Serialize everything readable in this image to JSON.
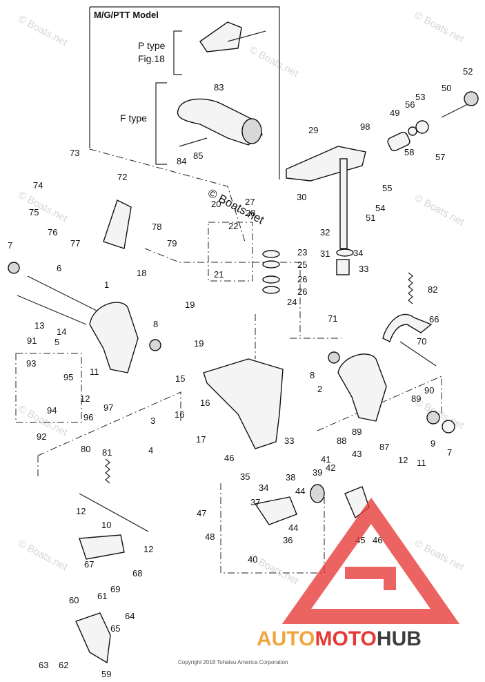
{
  "model_title": "M/G/PTT Model",
  "p_type_label": "P type",
  "p_type_fig": "Fig.18",
  "f_type_label": "F type",
  "center_watermark": "© Boats.net",
  "watermark_text": "© Boats.net",
  "copyright": "Copyright 2018 Tohatsu America Corporation",
  "brand": {
    "auto": "AUTO",
    "moto": "MOTO",
    "hub": "HUB",
    "color_red": "#e53935",
    "color_orange": "#f0a640",
    "color_gray": "#3e3e3e"
  },
  "part_numbers": [
    "1",
    "2",
    "3",
    "4",
    "5",
    "6",
    "7",
    "7",
    "8",
    "8",
    "9",
    "10",
    "11",
    "11",
    "12",
    "12",
    "12",
    "12",
    "13",
    "14",
    "15",
    "16",
    "16",
    "17",
    "18",
    "19",
    "19",
    "20",
    "21",
    "22",
    "23",
    "24",
    "25",
    "26",
    "26",
    "27",
    "28",
    "29",
    "30",
    "31",
    "32",
    "33",
    "33",
    "34",
    "34",
    "35",
    "36",
    "37",
    "38",
    "39",
    "40",
    "41",
    "42",
    "43",
    "44",
    "44",
    "45",
    "46",
    "46",
    "47",
    "48",
    "49",
    "50",
    "51",
    "52",
    "53",
    "54",
    "55",
    "56",
    "57",
    "58",
    "59",
    "60",
    "61",
    "62",
    "63",
    "64",
    "65",
    "66",
    "67",
    "68",
    "69",
    "70",
    "71",
    "72",
    "73",
    "74",
    "75",
    "76",
    "77",
    "78",
    "79",
    "80",
    "81",
    "82",
    "83",
    "84",
    "85",
    "87",
    "88",
    "89",
    "89",
    "90",
    "91",
    "92",
    "93",
    "94",
    "95",
    "96",
    "97",
    "98"
  ]
}
